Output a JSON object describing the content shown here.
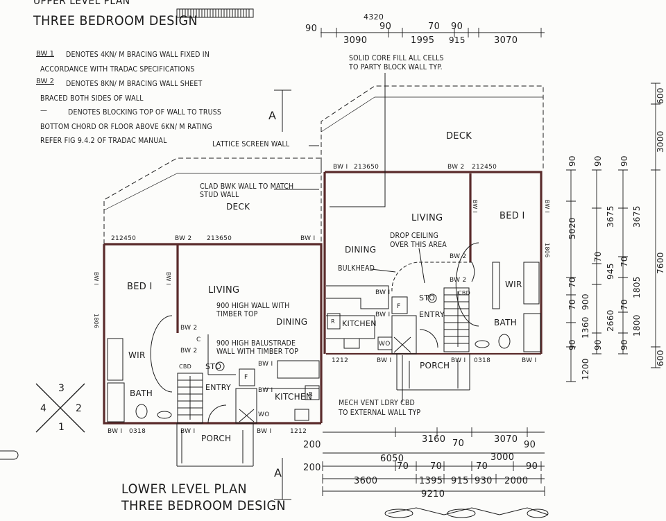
{
  "header": {
    "upper_title_partial": "UPPER LEVEL PLAN",
    "upper_title": "THREE BEDROOM DESIGN",
    "lower_title": "LOWER LEVEL PLAN",
    "lower_title_2": "THREE BEDROOM DESIGN"
  },
  "legend": [
    {
      "key": "BW 1",
      "text": "DENOTES 4KN/ M BRACING WALL FIXED IN"
    },
    {
      "key": "",
      "text": "ACCORDANCE WITH TRADAC SPECIFICATIONS"
    },
    {
      "key": "BW 2",
      "text": "DENOTES 8KN/ M BRACING WALL SHEET"
    },
    {
      "key": "",
      "text": "BRACED BOTH SIDES OF WALL"
    },
    {
      "key": "—",
      "text": "DENOTES BLOCKING TOP OF WALL TO TRUSS"
    },
    {
      "key": "",
      "text": "BOTTOM CHORD OR FLOOR ABOVE 6KN/ M RATING"
    },
    {
      "key": "",
      "text": "REFER FIG 9.4.2 OF TRADAC MANUAL"
    }
  ],
  "notes": {
    "solid_core": "SOLID CORE FILL ALL CELLS",
    "solid_core_2": "TO PARTY BLOCK WALL TYP.",
    "lattice": "LATTICE SCREEN WALL",
    "clad": "CLAD BWK WALL TO MATCH",
    "clad_2": "STUD WALL",
    "wall900": "900 HIGH WALL WITH",
    "wall900_2": "TIMBER TOP",
    "balustrade": "900 HIGH BALUSTRADE",
    "balustrade_2": "WALL WITH TIMBER TOP",
    "drop_ceiling": "DROP CEILING",
    "drop_ceiling_2": "OVER THIS AREA",
    "bulkhead": "BULKHEAD",
    "mech": "MECH VENT LDRY CBD",
    "mech_2": "TO EXTERNAL WALL TYP"
  },
  "rooms": {
    "deck_upper": "DECK",
    "deck_lower": "DECK",
    "bed1_left": "BED I",
    "bed1_right": "BED I",
    "living_left": "LIVING",
    "living_right": "LIVING",
    "dining_left": "DINING",
    "dining_right": "DINING",
    "wir_left": "WIR",
    "wir_right": "WIR",
    "bath_left": "BATH",
    "bath_right": "BATH",
    "entry_left": "ENTRY",
    "entry_right": "ENTRY",
    "kitchen_left": "KITCHEN",
    "kitchen_right": "KITCHEN",
    "porch_left": "PORCH",
    "porch_right": "PORCH",
    "sto_left": "STO",
    "sto_right": "STO",
    "cbd": "CBD",
    "wo": "WO",
    "f": "F",
    "r": "R",
    "c": "C"
  },
  "wall_tags": {
    "bw1": "BW I",
    "bw2": "BW 2",
    "w212450": "212450",
    "w213650": "213650",
    "w1212": "1212",
    "w0318": "0318",
    "w1806": "1806"
  },
  "section": {
    "label": "A"
  },
  "compass": {
    "n1": "1",
    "n2": "2",
    "n3": "3",
    "n4": "4"
  },
  "dimensions": {
    "top": [
      "90",
      "3090",
      "90",
      "1995",
      "70",
      "90",
      "915",
      "3070",
      "4320"
    ],
    "bottom_row1": [
      "3160",
      "70",
      "3070",
      "90"
    ],
    "bottom_row2": [
      "200",
      "6050",
      "70",
      "70",
      "70",
      "3000",
      "90"
    ],
    "bottom_row3": [
      "200",
      "3600",
      "1395",
      "915",
      "930",
      "2000"
    ],
    "bottom_total": "9210",
    "right_col1": [
      "90",
      "5020",
      "70",
      "70",
      "900",
      "1360",
      "90",
      "1200"
    ],
    "right_col2": [
      "90",
      "3675",
      "70",
      "945",
      "2660",
      "90"
    ],
    "right_col3": [
      "90",
      "3675",
      "70",
      "1805",
      "70",
      "1800",
      "90"
    ],
    "right_col4": [
      "600",
      "3000",
      "7600",
      "600"
    ]
  },
  "colors": {
    "ink": "#1c1c1c",
    "wall": "#5a2b2b",
    "paper": "#fcfcfa"
  }
}
